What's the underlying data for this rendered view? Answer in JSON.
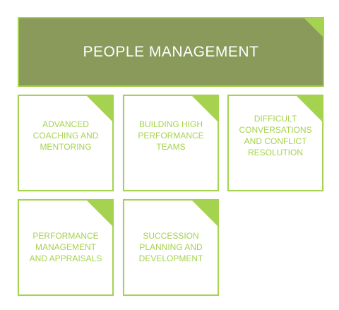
{
  "header": {
    "title": "PEOPLE MANAGEMENT"
  },
  "tiles": [
    {
      "label": "ADVANCED\nCOACHING AND\nMENTORING"
    },
    {
      "label": "BUILDING HIGH\nPERFORMANCE\nTEAMS"
    },
    {
      "label": "DIFFICULT\nCONVERSATIONS\nAND CONFLICT\nRESOLUTION"
    },
    {
      "label": "PERFORMANCE\nMANAGEMENT\nAND APPRAISALS"
    },
    {
      "label": "SUCCESSION\nPLANNING AND\nDEVELOPMENT"
    }
  ],
  "colors": {
    "header_fill": "#8a9a5b",
    "accent": "#a6d34f",
    "tile_fill": "#ffffff"
  }
}
